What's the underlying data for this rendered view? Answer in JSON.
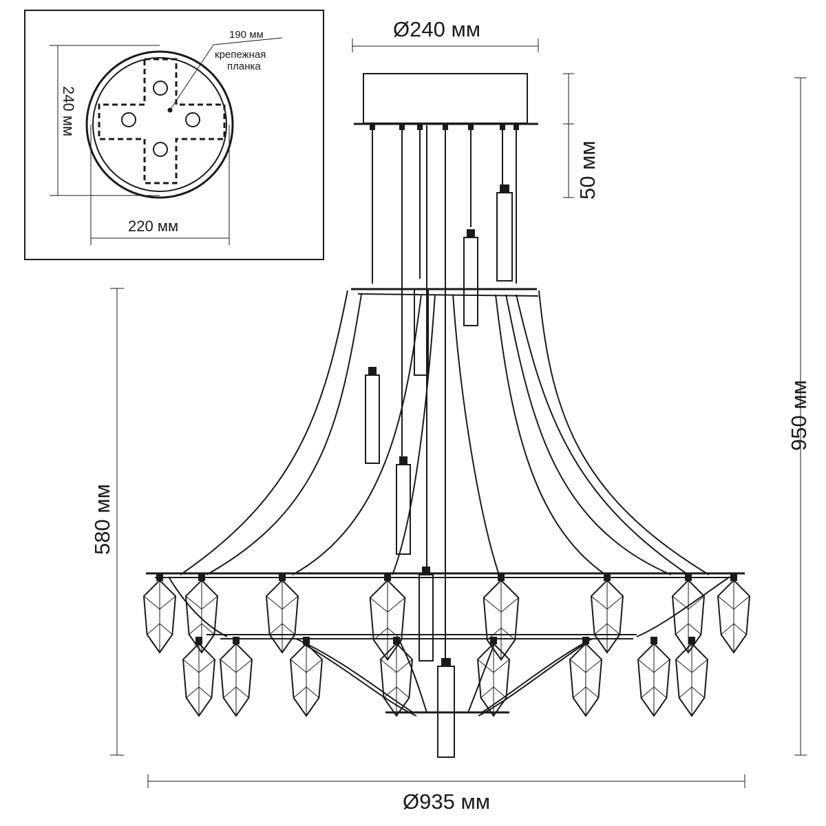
{
  "inset": {
    "label_190": "190 мм",
    "label_plate_line1": "крепежная",
    "label_plate_line2": "планка",
    "label_240": "240 мм",
    "label_220": "220 мм"
  },
  "dimensions": {
    "canopy_diameter": "Ø240 мм",
    "canopy_height": "50 мм",
    "total_height": "950 мм",
    "body_height": "580 мм",
    "total_diameter": "Ø935 мм"
  },
  "colors": {
    "line": "#1a1a1a",
    "background": "#ffffff"
  }
}
